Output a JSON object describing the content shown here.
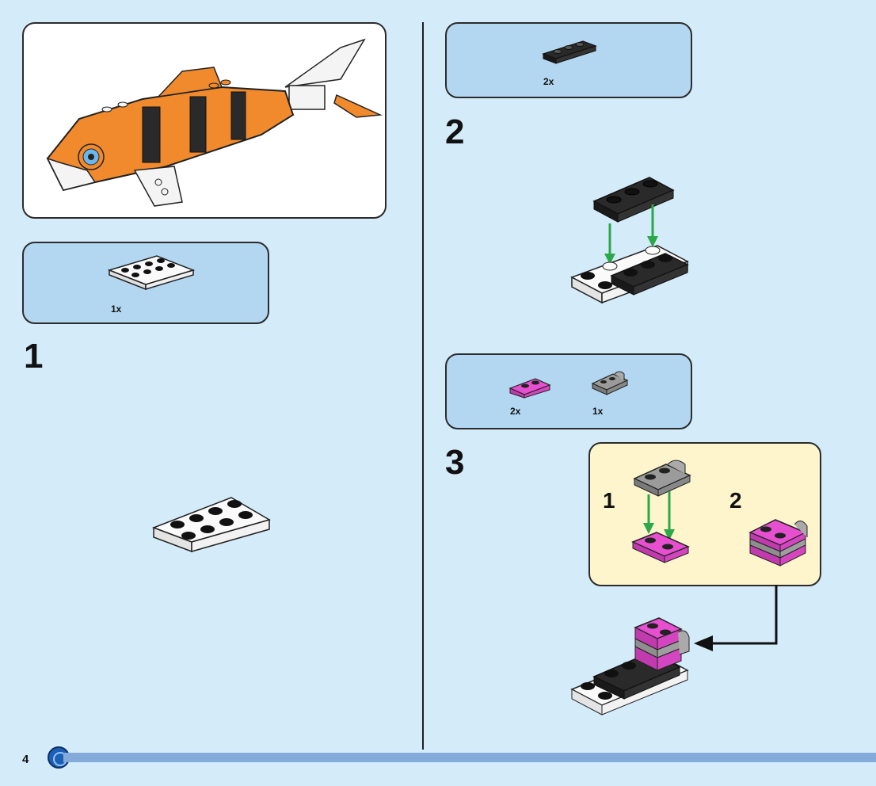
{
  "page": {
    "number": "4"
  },
  "step1": {
    "number": "1",
    "parts": [
      {
        "qty": "1x",
        "color": "white",
        "part": "plate-2x4"
      }
    ]
  },
  "step2": {
    "number": "2",
    "parts": [
      {
        "qty": "2x",
        "color": "black",
        "part": "plate-1x3"
      }
    ]
  },
  "step3": {
    "number": "3",
    "parts": [
      {
        "qty": "2x",
        "color": "magenta",
        "part": "plate-1x2"
      },
      {
        "qty": "1x",
        "color": "grey",
        "part": "plate-clip"
      }
    ],
    "substeps": [
      {
        "number": "1"
      },
      {
        "number": "2"
      }
    ]
  },
  "colors": {
    "background": "#d4ebfa",
    "parts_panel": "#b3d7f0",
    "subassembly_panel": "#fff5cc",
    "arrow": "#2ba84a",
    "magenta": "#e64fd0",
    "orange": "#f08a2c",
    "footer_bar": "#84aad9"
  }
}
